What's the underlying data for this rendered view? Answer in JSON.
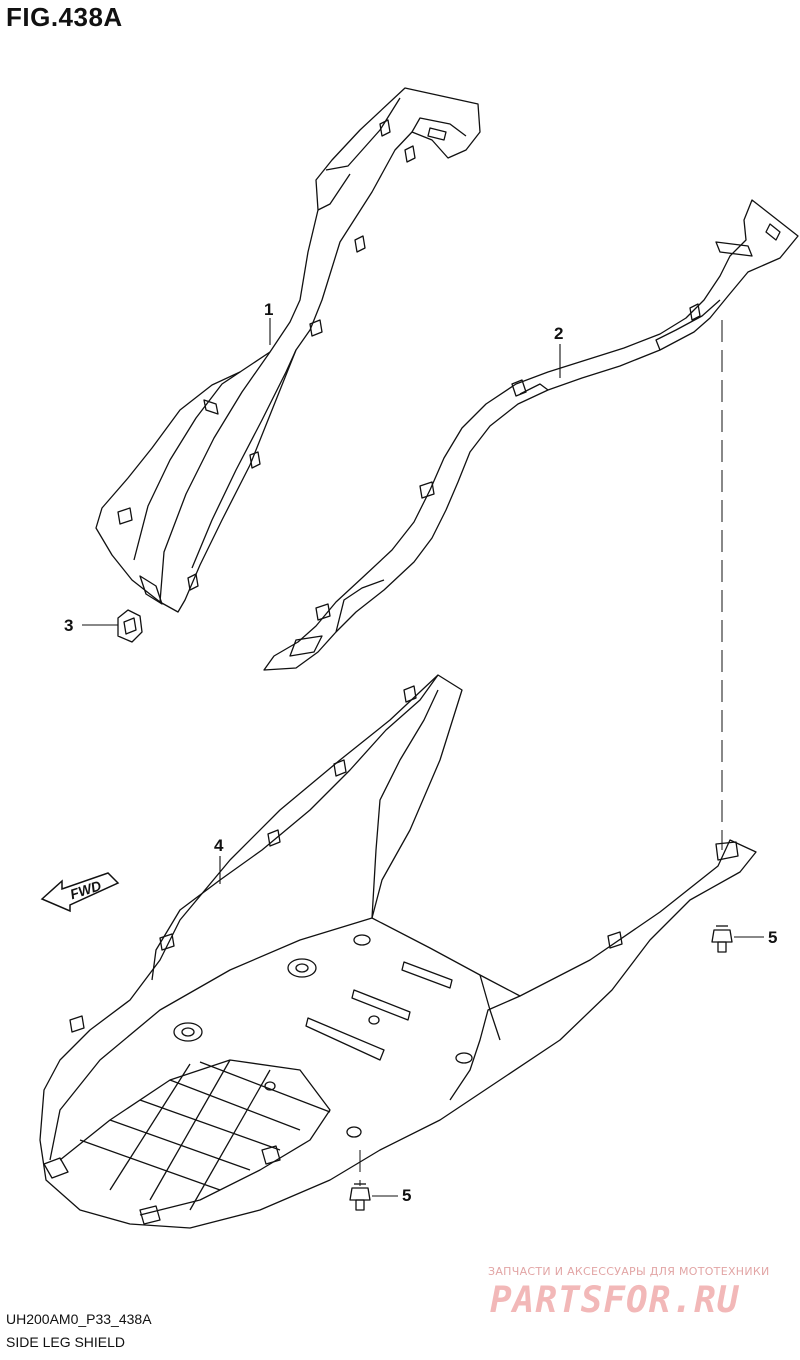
{
  "figure": {
    "title": "FIG.438A",
    "code": "UH200AM0_P33_438A",
    "caption": "SIDE LEG SHIELD"
  },
  "direction_arrow": {
    "label": "FWD"
  },
  "parts": [
    {
      "number": "1"
    },
    {
      "number": "2"
    },
    {
      "number": "3"
    },
    {
      "number": "4"
    },
    {
      "number": "5"
    },
    {
      "number": "5"
    }
  ],
  "watermark": {
    "tagline": "ЗАПЧАСТИ И АКСЕССУАРЫ ДЛЯ МОТОТЕХНИКИ",
    "logo": "PARTSFOR.RU"
  }
}
